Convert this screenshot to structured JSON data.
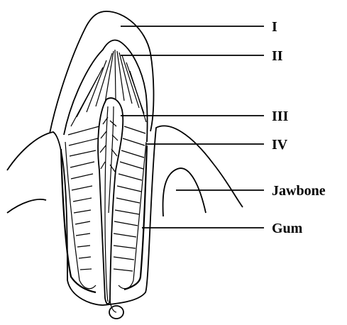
{
  "labels": {
    "I": "I",
    "II": "II",
    "III": "III",
    "IV": "IV",
    "jawbone": "Jawbone",
    "gum": "Gum"
  },
  "colors": {
    "ink": "#000000",
    "background": "#ffffff"
  }
}
